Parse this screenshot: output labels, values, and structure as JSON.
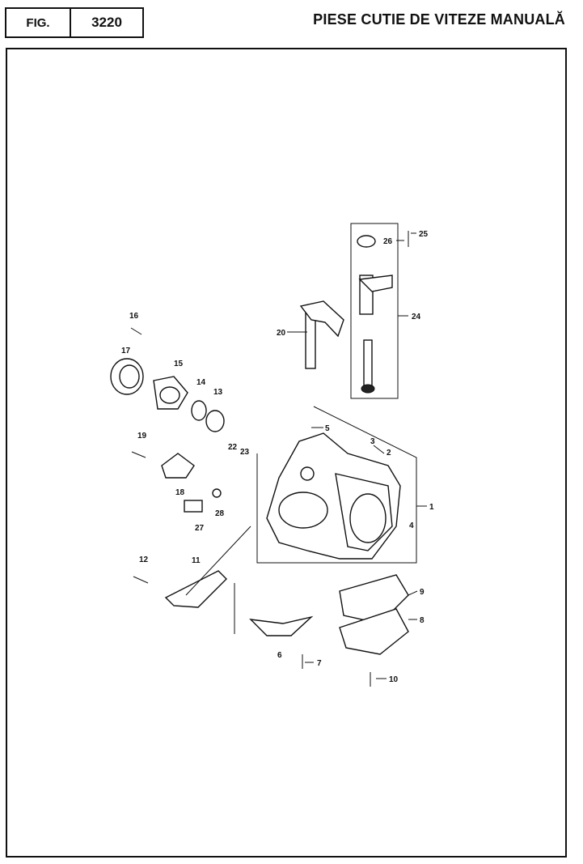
{
  "header": {
    "fig_label": "FIG.",
    "fig_number": "3220",
    "title": "PIESE CUTIE DE VITEZE MANUALĂ"
  },
  "callouts": [
    "1",
    "2",
    "3",
    "4",
    "5",
    "6",
    "7",
    "8",
    "9",
    "10",
    "11",
    "12",
    "13",
    "14",
    "15",
    "16",
    "17",
    "18",
    "19",
    "20",
    "22",
    "23",
    "24",
    "25",
    "26",
    "27",
    "28"
  ]
}
